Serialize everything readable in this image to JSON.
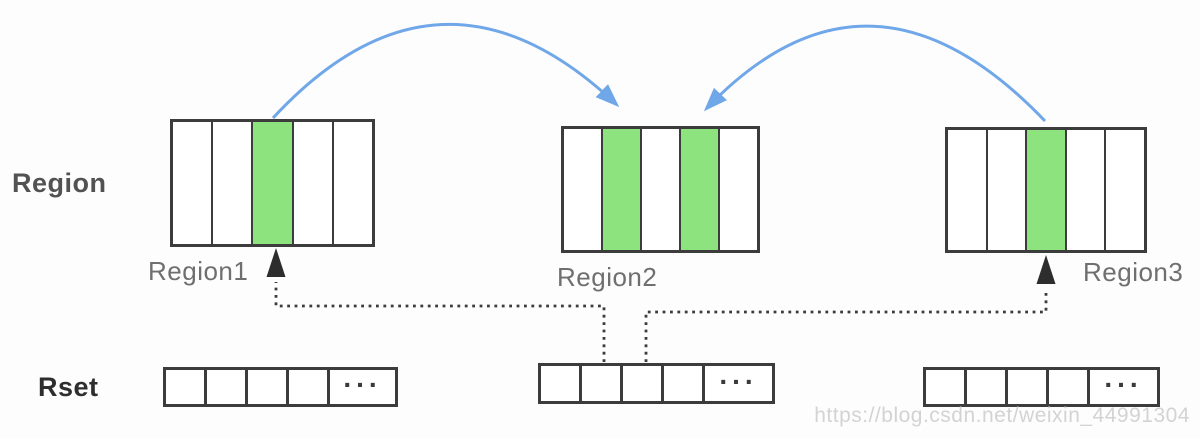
{
  "labels": {
    "region_row": "Region",
    "rset_row": "Rset",
    "watermark": "https://blog.csdn.net/weixin_44991304"
  },
  "colors": {
    "highlight_green": "#8de47e",
    "highlight_pink": "#ec9fa2",
    "arrow_blue": "#70a7e8",
    "line_dark": "#3c3c3c",
    "arrowhead_black": "#2d2d2d",
    "label_gray": "#6f6f6f",
    "watermark_gray": "#d3d3d3"
  },
  "regions": [
    {
      "label": "Region1",
      "cells": [
        "plain",
        "plain",
        "green",
        "plain",
        "plain"
      ]
    },
    {
      "label": "Region2",
      "cells": [
        "plain",
        "green",
        "plain",
        "green",
        "plain"
      ]
    },
    {
      "label": "Region3",
      "cells": [
        "plain",
        "plain",
        "green",
        "plain",
        "plain"
      ]
    }
  ],
  "rsets": [
    {
      "cells": [
        "plain",
        "plain",
        "plain",
        "plain"
      ],
      "ellipsis": "..."
    },
    {
      "cells": [
        "plain",
        "pink",
        "pink",
        "plain"
      ],
      "ellipsis": "..."
    },
    {
      "cells": [
        "plain",
        "plain",
        "plain",
        "plain"
      ],
      "ellipsis": "..."
    }
  ]
}
